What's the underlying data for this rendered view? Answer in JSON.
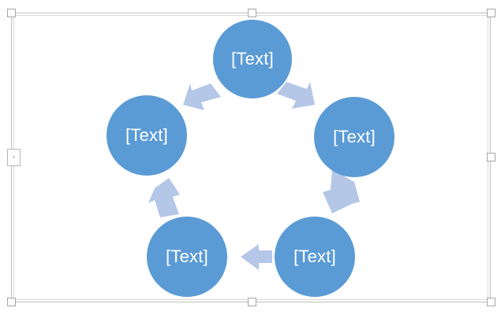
{
  "app": {
    "type": "smartart-cycle-diagram",
    "selected": true
  },
  "theme": {
    "node_fill": "#5B9BD5",
    "node_text_color": "#FFFFFF",
    "arrow_fill": "#B4C7E7",
    "canvas_background": "#FFFFFF",
    "selection_border": "#BFBFBF",
    "handle_fill": "#FFFFFF",
    "handle_border": "#A6A6A6"
  },
  "selection": {
    "frame_label": "smartart-selection-frame",
    "handles": [
      {
        "name": "handle-top-left"
      },
      {
        "name": "handle-top-center"
      },
      {
        "name": "handle-top-right"
      },
      {
        "name": "handle-middle-left"
      },
      {
        "name": "handle-middle-right"
      },
      {
        "name": "handle-bottom-left"
      },
      {
        "name": "handle-bottom-center"
      },
      {
        "name": "handle-bottom-right"
      }
    ]
  },
  "text_pane_toggle": {
    "icon": "chevron-left-icon",
    "glyph": "‹",
    "tooltip": "Text Pane"
  },
  "diagram": {
    "nodes": [
      {
        "id": "node-1",
        "label": "[Text]"
      },
      {
        "id": "node-2",
        "label": "[Text]"
      },
      {
        "id": "node-3",
        "label": "[Text]"
      },
      {
        "id": "node-4",
        "label": "[Text]"
      },
      {
        "id": "node-5",
        "label": "[Text]"
      }
    ],
    "connectors": [
      {
        "id": "arrow-1",
        "from": "node-1",
        "to": "node-2",
        "direction": "down-right"
      },
      {
        "id": "arrow-2",
        "from": "node-2",
        "to": "node-3",
        "direction": "down-left"
      },
      {
        "id": "arrow-3",
        "from": "node-3",
        "to": "node-4",
        "direction": "left"
      },
      {
        "id": "arrow-4",
        "from": "node-4",
        "to": "node-5",
        "direction": "up-left"
      },
      {
        "id": "arrow-5",
        "from": "node-5",
        "to": "node-1",
        "direction": "up-right"
      }
    ]
  }
}
